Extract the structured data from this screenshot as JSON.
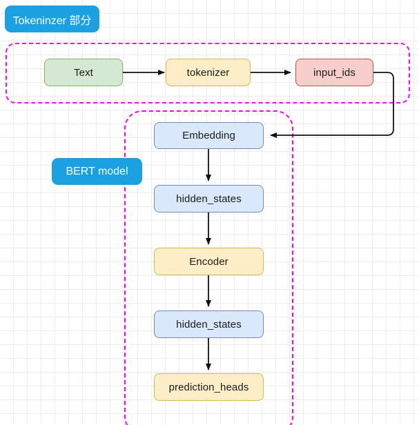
{
  "diagram": {
    "title_tags": [
      {
        "id": "tokenizer-tag",
        "label": "Tokeninzer 部分",
        "color": "#1ba1e2"
      },
      {
        "id": "bert-tag",
        "label": "BERT model",
        "color": "#1ba1e2"
      }
    ],
    "groups": [
      {
        "id": "tokenizer-group",
        "label": "Tokeninzer 部分",
        "border_color": "#ff00ff",
        "style": "dashed"
      },
      {
        "id": "bert-group",
        "label": "BERT model",
        "border_color": "#ff00ff",
        "style": "dashed"
      }
    ],
    "nodes": [
      {
        "id": "text",
        "label": "Text",
        "fill": "#d5e8d4",
        "stroke": "#82b366"
      },
      {
        "id": "tokenizer",
        "label": "tokenizer",
        "fill": "#fdeec8",
        "stroke": "#d6b656"
      },
      {
        "id": "input_ids",
        "label": "input_ids",
        "fill": "#f8cecc",
        "stroke": "#b85450"
      },
      {
        "id": "embedding",
        "label": "Embedding",
        "fill": "#dae8fc",
        "stroke": "#6c8ebf"
      },
      {
        "id": "hidden_states_1",
        "label": "hidden_states",
        "fill": "#dae8fc",
        "stroke": "#6c8ebf"
      },
      {
        "id": "encoder",
        "label": "Encoder",
        "fill": "#fdeec8",
        "stroke": "#d6b656"
      },
      {
        "id": "hidden_states_2",
        "label": "hidden_states",
        "fill": "#dae8fc",
        "stroke": "#6c8ebf"
      },
      {
        "id": "prediction_heads",
        "label": "prediction_heads",
        "fill": "#fdeec8",
        "stroke": "#d6b656"
      }
    ],
    "edges": [
      {
        "from": "text",
        "to": "tokenizer"
      },
      {
        "from": "tokenizer",
        "to": "input_ids"
      },
      {
        "from": "input_ids",
        "to": "embedding"
      },
      {
        "from": "embedding",
        "to": "hidden_states_1"
      },
      {
        "from": "hidden_states_1",
        "to": "encoder"
      },
      {
        "from": "encoder",
        "to": "hidden_states_2"
      },
      {
        "from": "hidden_states_2",
        "to": "prediction_heads"
      }
    ],
    "edge_color": "#111111"
  }
}
